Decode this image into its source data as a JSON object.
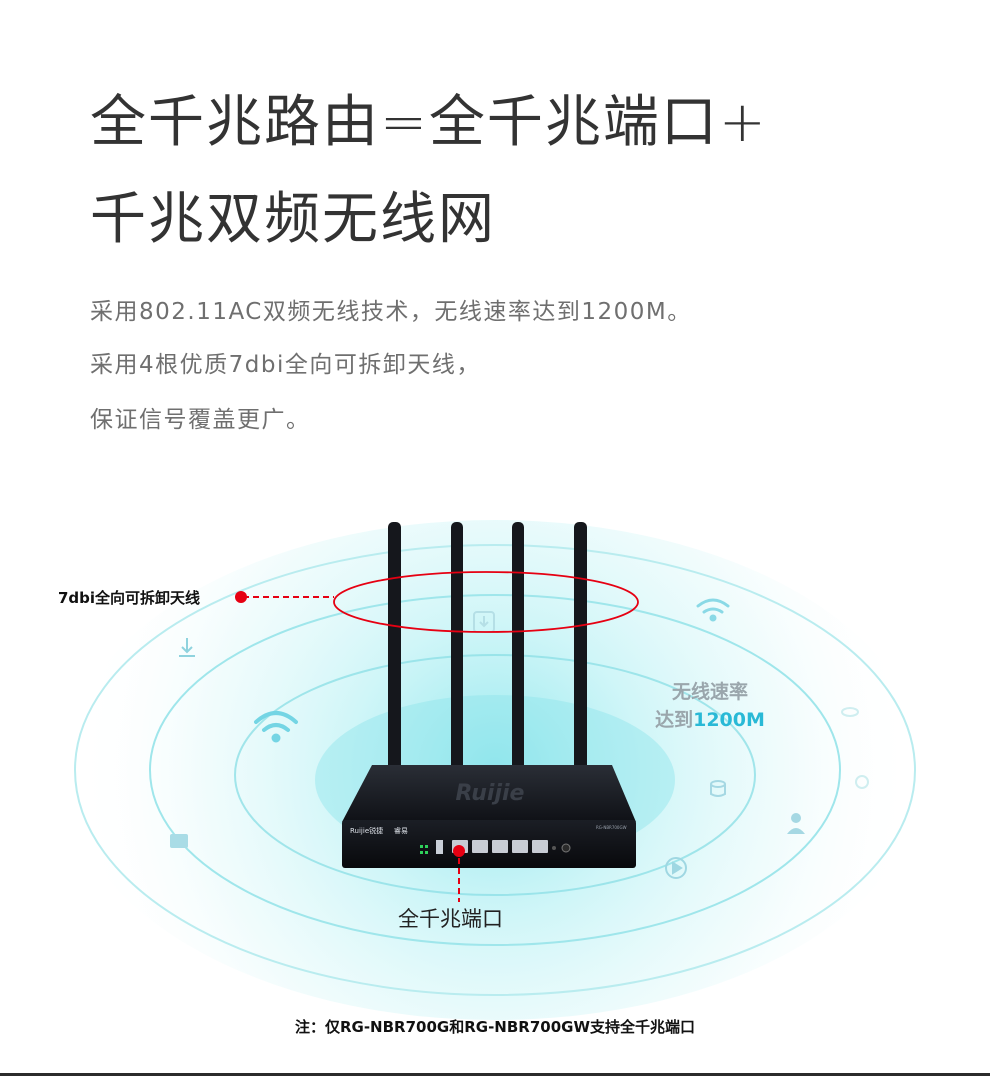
{
  "headline": {
    "line1": "全千兆路由=全千兆端口+",
    "line2": "千兆双频无线网"
  },
  "description": {
    "line1": "采用802.11AC双频无线技术，无线速率达到1200M。",
    "line2": "采用4根优质7dbi全向可拆卸天线，",
    "line3": "保证信号覆盖更广。"
  },
  "callouts": {
    "antenna": "7dbi全向可拆卸天线",
    "speed_line1": "无线速率",
    "speed_line2_prefix": "达到",
    "speed_line2_value": "1200M",
    "port": "全千兆端口"
  },
  "router": {
    "brand": "Ruijie",
    "panel_brand": "Ruijie锐捷",
    "panel_sub": "睿易",
    "model": "RG-NBR700GW"
  },
  "note": "注：仅RG-NBR700G和RG-NBR700GW支持全千兆端口",
  "colors": {
    "accent_red": "#e60012",
    "speed_highlight": "#29b9d6",
    "glow": "#7fe3ea"
  },
  "icons": [
    "download-icon",
    "wifi-icon",
    "router-icon",
    "play-icon",
    "user-icon",
    "database-icon"
  ]
}
